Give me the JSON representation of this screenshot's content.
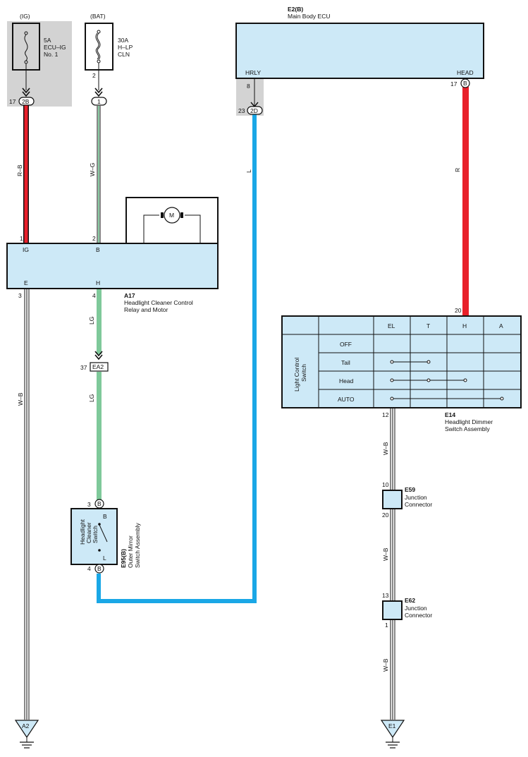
{
  "fuses": {
    "ig": {
      "source": "(IG)",
      "rating": "5A",
      "name1": "ECU–IG",
      "name2": "No. 1",
      "pin": "17",
      "connector": "2B"
    },
    "bat": {
      "source": "(BAT)",
      "rating": "30A",
      "name1": "H–LP",
      "name2": "CLN",
      "pin": "2",
      "connector": "1"
    }
  },
  "ecu": {
    "id": "E2(B)",
    "name": "Main Body ECU",
    "hrly": {
      "label": "HRLY",
      "pin": "8",
      "junction_pin": "23",
      "junction": "2D"
    },
    "head": {
      "label": "HEAD",
      "pin": "17",
      "connector": "B"
    }
  },
  "relay": {
    "id": "A17",
    "name1": "Headlight Cleaner Control",
    "name2": "Relay and Motor",
    "motor": "M",
    "pins": {
      "ig": "IG",
      "ig_num": "1",
      "b": "B",
      "b_num": "2",
      "e": "E",
      "e_num": "3",
      "h": "H",
      "h_num": "4"
    }
  },
  "wires": {
    "rb": "R–B",
    "wg": "W–G",
    "l": "L",
    "r": "R",
    "lg1": "LG",
    "lg2": "LG",
    "wb_left": "W–B",
    "wb_r1": "W–B",
    "wb_r2": "W–B",
    "wb_r3": "W–B"
  },
  "ea2": {
    "pin": "37",
    "label": "EA2"
  },
  "cleaner_switch": {
    "id": "E95(B)",
    "name1": "Outer Mirror",
    "name2": "Switch Assembly",
    "inner1": "Headlight",
    "inner2": "Cleaner",
    "inner3": "Switch",
    "pin_b": "B",
    "pin_l": "L",
    "top_pin": "3",
    "top_conn": "B",
    "bot_pin": "4",
    "bot_conn": "B"
  },
  "dimmer": {
    "id": "E14",
    "name1": "Headlight Dimmer",
    "name2": "Switch Assembly",
    "top_pin": "20",
    "bot_pin": "12",
    "label1": "Light Control",
    "label2": "Switch",
    "columns": [
      "EL",
      "T",
      "H",
      "A"
    ],
    "rows": [
      "OFF",
      "Tail",
      "Head",
      "AUTO"
    ]
  },
  "e59": {
    "id": "E59",
    "name1": "Junction",
    "name2": "Connector",
    "top_pin": "10",
    "bot_pin": "20"
  },
  "e62": {
    "id": "E62",
    "name1": "Junction",
    "name2": "Connector",
    "top_pin": "13",
    "bot_pin": "1"
  },
  "grounds": {
    "left": "A2",
    "right": "E1"
  },
  "colors": {
    "red": "#e8202a",
    "blue": "#1aa7e6",
    "green": "#7fc99a",
    "box": "#cde9f7",
    "shade": "#d3d3d3"
  }
}
